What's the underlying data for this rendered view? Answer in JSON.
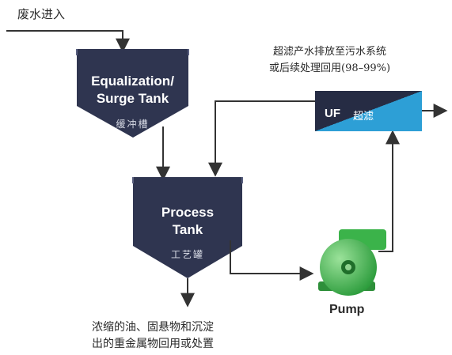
{
  "inlet_label": "废水进入",
  "uf_caption_line1": "超滤产水排放至污水系统",
  "uf_caption_line2": "或后续处理回用(98–99%)",
  "equalization_tank": {
    "title_line1": "Equalization/",
    "title_line2": "Surge Tank",
    "subtitle": "缓冲槽"
  },
  "process_tank": {
    "title_line1": "Process",
    "title_line2": "Tank",
    "subtitle": "工艺罐"
  },
  "uf_unit": {
    "label": "UF",
    "subtitle": "超滤"
  },
  "pump_label": "Pump",
  "output_caption_line1": "浓缩的油、固悬物和沉淀",
  "output_caption_line2": "出的重金属物回用或处置",
  "colors": {
    "tank": "#2f3550",
    "tank_rim": "#5a6080",
    "uf_dark": "#262c44",
    "uf_light": "#2d9fd6",
    "pump": "#3bb34a",
    "pump_light": "#8fd48f",
    "line": "#333333"
  }
}
